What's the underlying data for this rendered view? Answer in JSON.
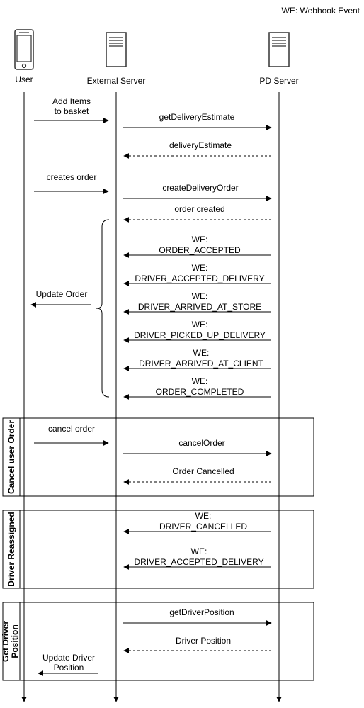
{
  "legend": "WE: Webhook Event",
  "actors": {
    "user": {
      "label": "User",
      "icon": "phone-icon"
    },
    "external": {
      "label": "External Server",
      "icon": "server-icon"
    },
    "pd": {
      "label": "PD Server",
      "icon": "server-icon"
    }
  },
  "messages": {
    "add_items": [
      "Add Items",
      "to basket"
    ],
    "get_estimate": "getDeliveryEstimate",
    "delivery_estimate": "deliveryEstimate",
    "creates_order": "creates order",
    "create_delivery_order": "createDeliveryOrder",
    "order_created": "order created",
    "update_order": "Update Order",
    "we_prefix": "WE:",
    "we_events": [
      "ORDER_ACCEPTED",
      "DRIVER_ACCEPTED_DELIVERY",
      "DRIVER_ARRIVED_AT_STORE",
      "DRIVER_PICKED_UP_DELIVERY",
      "DRIVER_ARRIVED_AT_CLIENT",
      "ORDER_COMPLETED"
    ]
  },
  "frames": {
    "cancel": {
      "title": "Cancel user Order",
      "cancel_order": "cancel order",
      "cancel_order_call": "cancelOrder",
      "order_cancelled": "Order Cancelled"
    },
    "reassigned": {
      "title": "Driver Reassigned",
      "events": [
        "DRIVER_CANCELLED",
        "DRIVER_ACCEPTED_DELIVERY"
      ]
    },
    "position": {
      "title": [
        "Get Driver",
        "Position"
      ],
      "get_position": "getDriverPosition",
      "driver_position": "Driver Position",
      "update_driver": [
        "Update Driver",
        "Position"
      ]
    }
  }
}
